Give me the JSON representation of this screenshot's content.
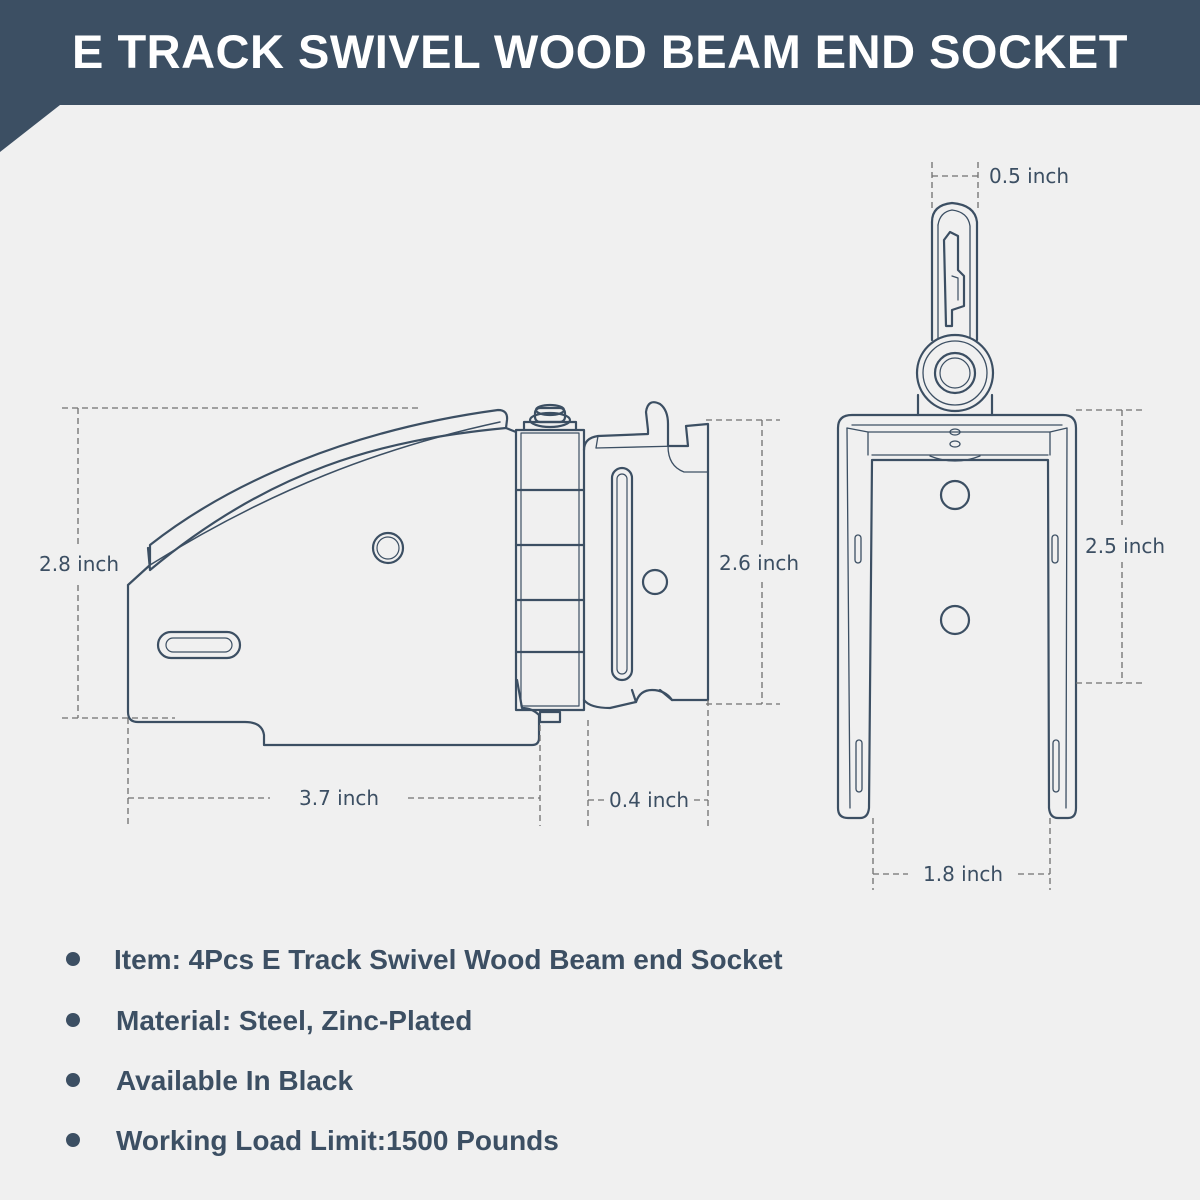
{
  "header": {
    "title": "E TRACK SWIVEL WOOD BEAM END SOCKET",
    "background_color": "#3c4f63"
  },
  "dimensions": {
    "top_width": "0.5 inch",
    "side_height": "2.8 inch",
    "socket_height": "2.6 inch",
    "front_height": "2.5 inch",
    "side_length": "3.7 inch",
    "socket_depth": "0.4 inch",
    "front_width": "1.8 inch"
  },
  "specs": [
    {
      "text": "Item: 4Pcs E Track Swivel Wood Beam end Socket"
    },
    {
      "text": "Material: Steel, Zinc-Plated"
    },
    {
      "text": "Available In Black"
    },
    {
      "text": "Working Load Limit:1500 Pounds"
    }
  ],
  "colors": {
    "line": "#3c4f63",
    "background": "#f0f0f0",
    "dim_line": "#707070"
  }
}
